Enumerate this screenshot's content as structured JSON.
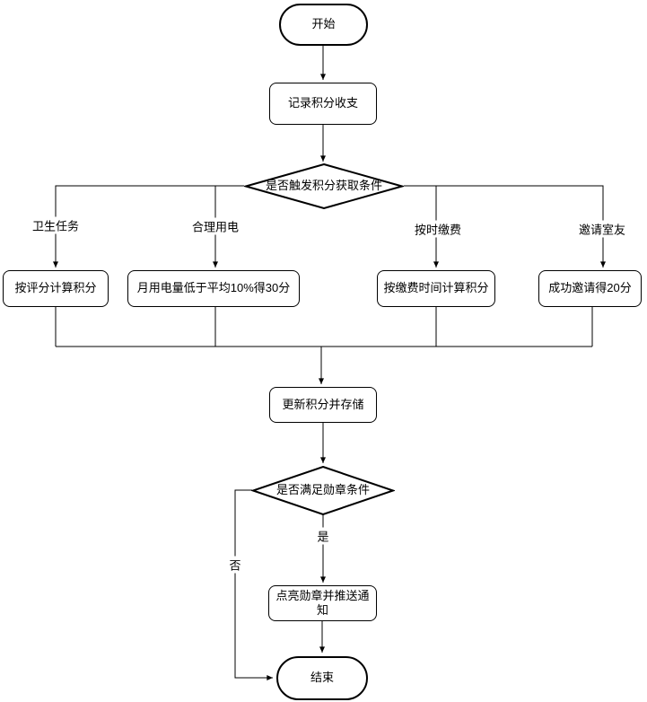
{
  "diagram": {
    "background": "#ffffff",
    "stroke_color": "#000000",
    "nodes": {
      "start": "开始",
      "record": "记录积分收支",
      "trigger_decision": "是否触发积分获取条件",
      "update": "更新积分并存储",
      "badge_decision": "是否满足勋章条件",
      "notify": "点亮勋章并推送通知",
      "end": "结束"
    },
    "branches": [
      {
        "label": "卫生任务",
        "action": "按评分计算积分"
      },
      {
        "label": "合理用电",
        "action": "月用电量低于平均10%得30分"
      },
      {
        "label": "按时缴费",
        "action": "按缴费时间计算积分"
      },
      {
        "label": "邀请室友",
        "action": "成功邀请得20分"
      }
    ],
    "edge_labels": {
      "yes": "是",
      "no": "否"
    }
  }
}
